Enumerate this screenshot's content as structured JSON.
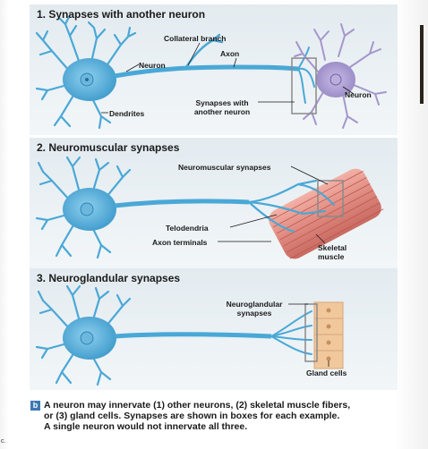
{
  "panels": {
    "p1": {
      "title": "1. Synapses with another neuron",
      "labels": {
        "collateral_branch": "Collateral branch",
        "axon": "Axon",
        "neuron_left": "Neuron",
        "neuron_right": "Neuron",
        "dendrites": "Dendrites",
        "synapses_line1": "Synapses with",
        "synapses_line2": "another neuron"
      }
    },
    "p2": {
      "title": "2. Neuromuscular synapses",
      "labels": {
        "neuromuscular": "Neuromuscular synapses",
        "telodendria": "Telodendria",
        "axon_terminals": "Axon terminals",
        "skeletal_line1": "Skeletal",
        "skeletal_line2": "muscle"
      }
    },
    "p3": {
      "title": "3. Neuroglandular synapses",
      "labels": {
        "neuroglandular_line1": "Neuroglandular",
        "neuroglandular_line2": "synapses",
        "gland_cells": "Gland cells"
      }
    }
  },
  "caption": {
    "badge": "b",
    "line1": "A neuron may innervate (1) other neurons, (2) skeletal muscle fibers,",
    "line2": "or (3) gland cells. Synapses are shown in boxes for each example.",
    "line3": "A single neuron would not innervate all three."
  },
  "margin_mark": "c.",
  "colors": {
    "neuron_blue": "#4aa8d6",
    "neuron_dark": "#2a86b8",
    "target_neuron": "#a596cc",
    "muscle": "#e08a80",
    "gland": "#f1c89c",
    "panel_bg": "#e3ebf0",
    "badge": "#3c78b4"
  }
}
